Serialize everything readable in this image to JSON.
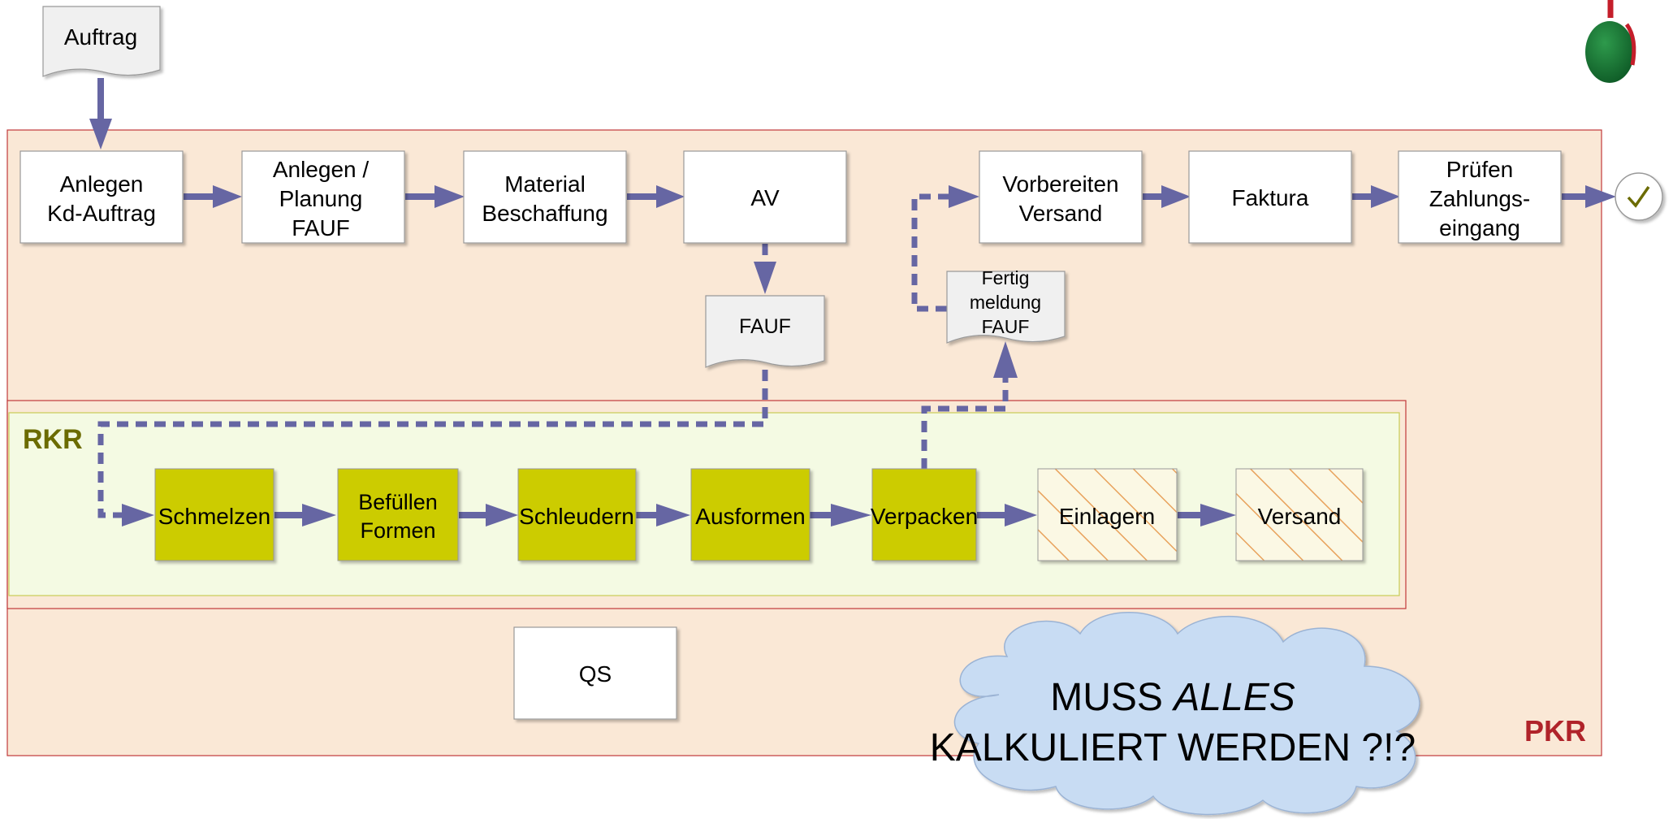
{
  "colors": {
    "pkr_fill": "#fae8d6",
    "pkr_border": "#c0393b",
    "rkr_fill": "#f4fae3",
    "rkr_border": "#c8cc55",
    "process_fill": "#cccc00",
    "arrow": "#6666a3",
    "pkr_label": "#b0232a",
    "rkr_label": "#6b6b00",
    "cloud_fill": "#c8dcf3"
  },
  "diagram": {
    "auftrag_doc": "Auftrag",
    "top_row": {
      "anlegen_kd": [
        "Anlegen",
        "Kd-Auftrag"
      ],
      "anlegen_planung": [
        "Anlegen /",
        "Planung",
        "FAUF"
      ],
      "material": [
        "Material",
        "Beschaffung"
      ],
      "av": "AV",
      "vorbereiten": [
        "Vorbereiten",
        "Versand"
      ],
      "faktura": "Faktura",
      "pruefen": [
        "Prüfen",
        "Zahlungs-",
        "eingang"
      ]
    },
    "fauf_doc": "FAUF",
    "fertig_doc": [
      "Fertig",
      "meldung",
      "FAUF"
    ],
    "rkr_label": "RKR",
    "pkr_label": "PKR",
    "rkr_row": {
      "schmelzen": "Schmelzen",
      "befuellen": [
        "Befüllen",
        "Formen"
      ],
      "schleudern": "Schleudern",
      "ausformen": "Ausformen",
      "verpacken": "Verpacken",
      "einlagern": "Einlagern",
      "versand": "Versand"
    },
    "qs": "QS",
    "cloud": {
      "line1_plain": "MUSS ",
      "line1_italic": "ALLES",
      "line2": "KALKULIERT WERDEN ?!?"
    },
    "end_icon": "checkmark-icon",
    "ornament_icon": "green-ornament-icon"
  }
}
